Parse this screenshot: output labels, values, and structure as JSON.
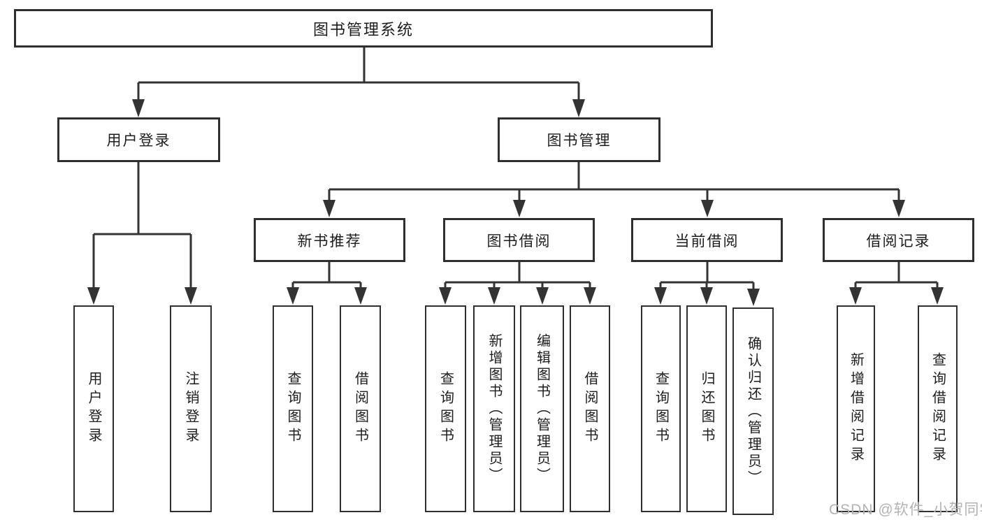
{
  "diagram": {
    "root": {
      "label": "图书管理系统"
    },
    "children": [
      {
        "label": "用户登录",
        "leaves": [
          {
            "label": "用户登录"
          },
          {
            "label": "注销登录"
          }
        ]
      },
      {
        "label": "图书管理",
        "children": [
          {
            "label": "新书推荐",
            "leaves": [
              {
                "label": "查询图书"
              },
              {
                "label": "借阅图书"
              }
            ]
          },
          {
            "label": "图书借阅",
            "leaves": [
              {
                "label": "查询图书"
              },
              {
                "label": "新增图书（管理员）"
              },
              {
                "label": "编辑图书（管理员）"
              },
              {
                "label": "借阅图书"
              }
            ]
          },
          {
            "label": "当前借阅",
            "leaves": [
              {
                "label": "查询图书"
              },
              {
                "label": "归还图书"
              },
              {
                "label": "确认归还（管理员）"
              }
            ]
          },
          {
            "label": "借阅记录",
            "leaves": [
              {
                "label": "新增借阅记录"
              },
              {
                "label": "查询借阅记录"
              }
            ]
          }
        ]
      }
    ]
  },
  "watermark": {
    "text": "CSDN @软件_小贺同学"
  },
  "colors": {
    "background": "#ffffff",
    "box_border": "#2f2f2f",
    "line": "#333333",
    "text": "#1d1d1d",
    "watermark": "#b3b3b3"
  }
}
